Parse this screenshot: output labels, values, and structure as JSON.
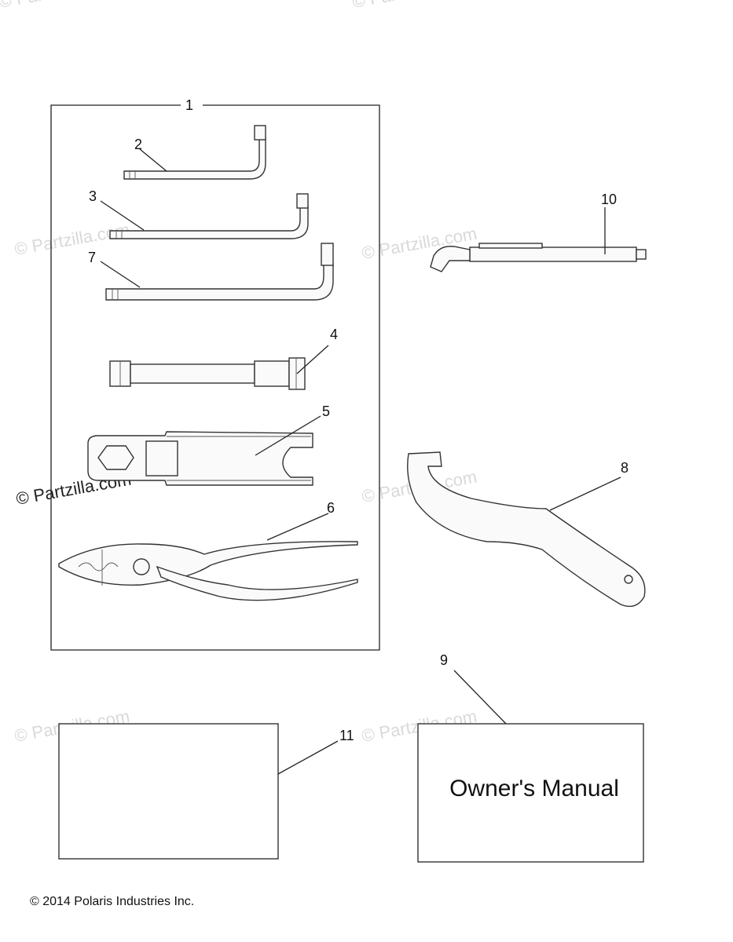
{
  "callouts": {
    "c1": "1",
    "c2": "2",
    "c3": "3",
    "c4": "4",
    "c5": "5",
    "c6": "6",
    "c7": "7",
    "c8": "8",
    "c9": "9",
    "c10": "10",
    "c11": "11"
  },
  "manual_label": "Owner's Manual",
  "copyright": "© 2014 Polaris Industries Inc.",
  "watermark": "© Partzilla.com",
  "colors": {
    "line": "#222222",
    "watermark": "#d9d9d9"
  }
}
